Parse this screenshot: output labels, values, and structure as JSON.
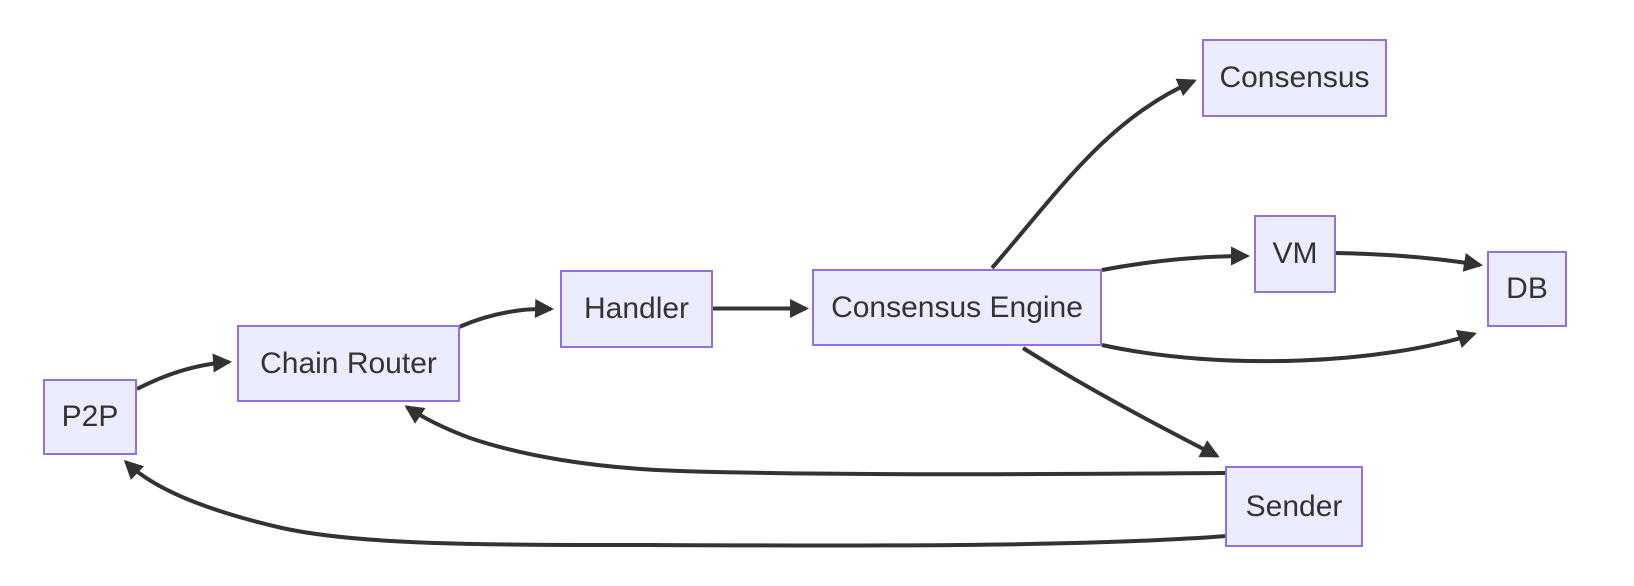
{
  "diagram": {
    "type": "flowchart",
    "direction": "left-to-right",
    "colors": {
      "canvas_bg": "#ffffff",
      "node_fill": "#ECECFF",
      "node_border": "#9370DB",
      "edge_color": "#333333",
      "text_color": "#333333"
    },
    "nodes": {
      "p2p": {
        "label": "P2P"
      },
      "chain_router": {
        "label": "Chain Router"
      },
      "handler": {
        "label": "Handler"
      },
      "consensus_engine": {
        "label": "Consensus Engine"
      },
      "consensus": {
        "label": "Consensus"
      },
      "vm": {
        "label": "VM"
      },
      "db": {
        "label": "DB"
      },
      "sender": {
        "label": "Sender"
      }
    },
    "edges": [
      {
        "from": "P2P",
        "to": "Chain Router"
      },
      {
        "from": "Chain Router",
        "to": "Handler"
      },
      {
        "from": "Handler",
        "to": "Consensus Engine"
      },
      {
        "from": "Consensus Engine",
        "to": "Consensus"
      },
      {
        "from": "Consensus Engine",
        "to": "VM"
      },
      {
        "from": "VM",
        "to": "DB"
      },
      {
        "from": "Consensus Engine",
        "to": "DB"
      },
      {
        "from": "Consensus Engine",
        "to": "Sender"
      },
      {
        "from": "Sender",
        "to": "Chain Router"
      },
      {
        "from": "Sender",
        "to": "P2P"
      }
    ]
  }
}
